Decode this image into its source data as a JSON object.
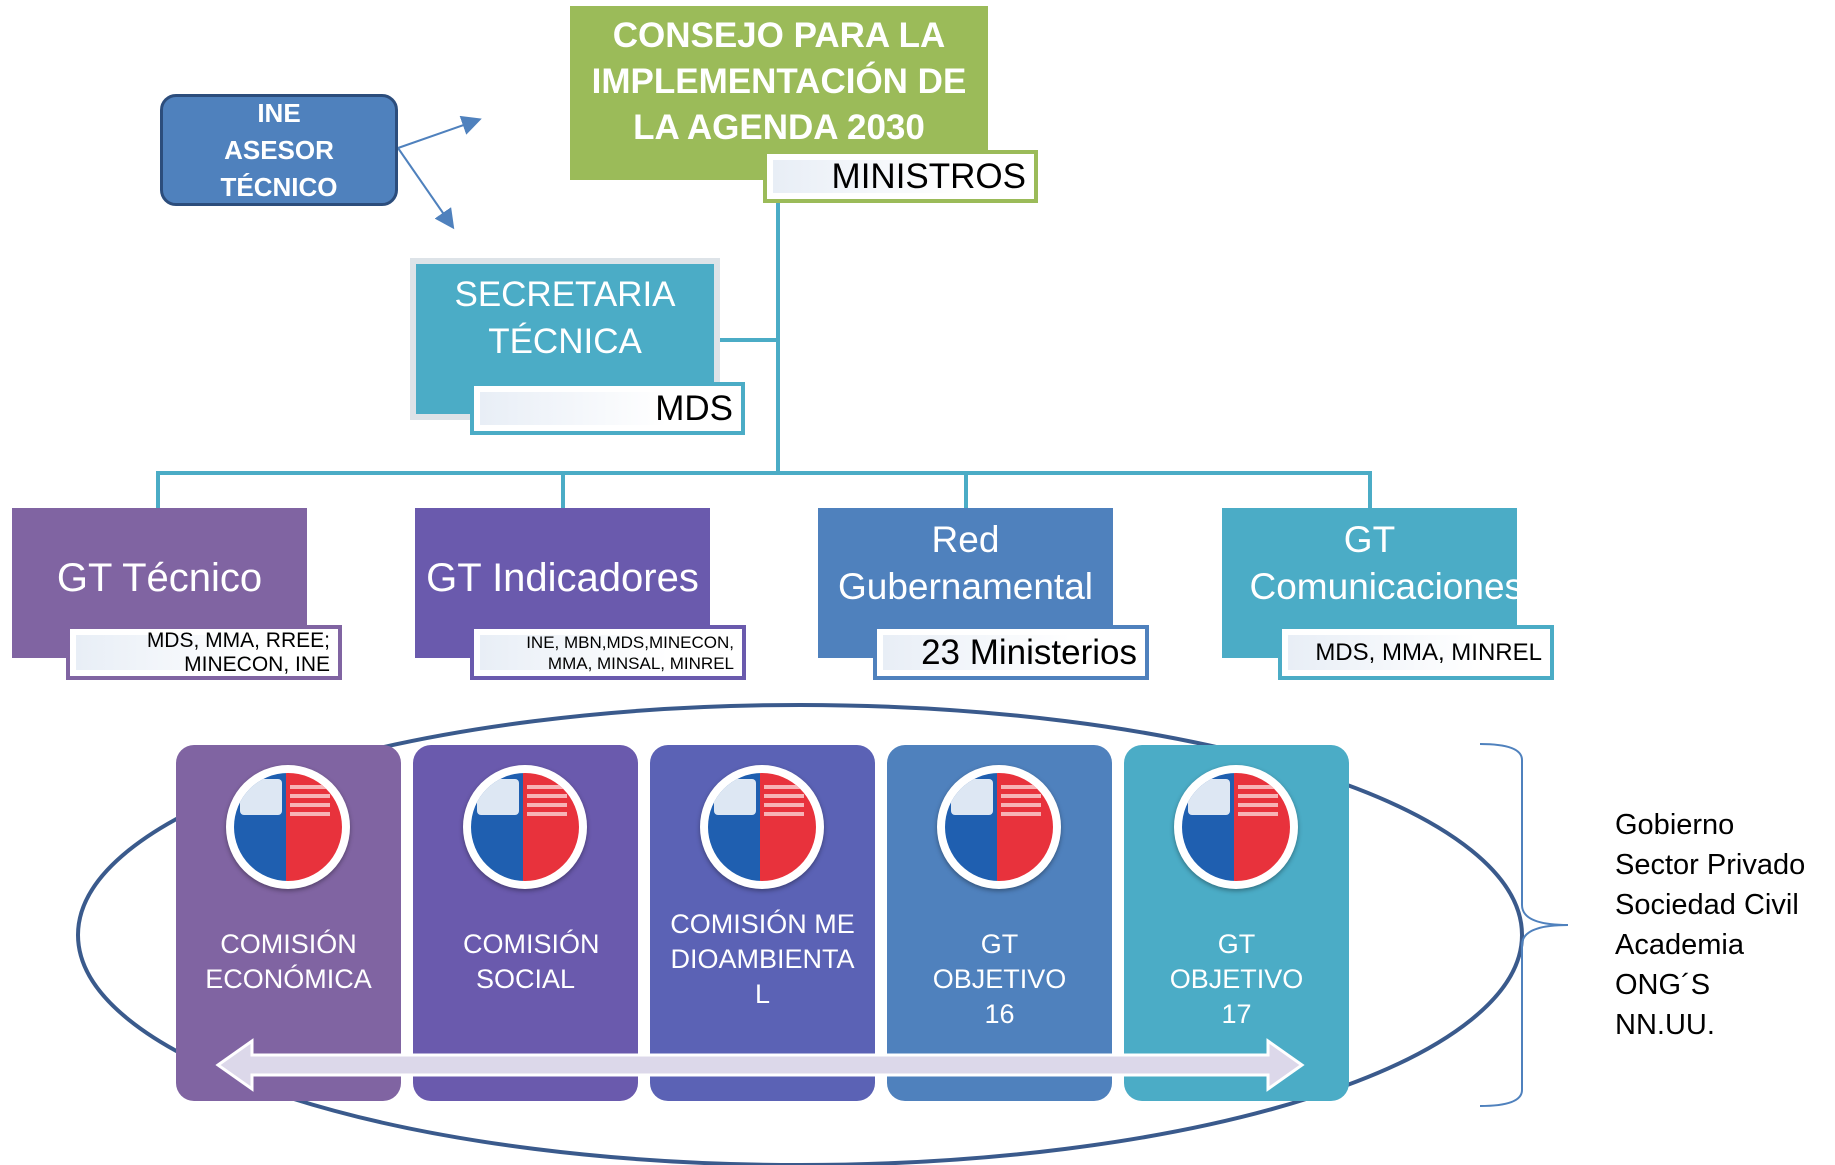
{
  "council": {
    "title": "CONSEJO PARA LA IMPLEMENTACIÓN DE LA AGENDA 2030",
    "members": "MINISTROS"
  },
  "advisor": {
    "line1": "INE",
    "line2": "ASESOR",
    "line3": "TÉCNICO"
  },
  "secretariat": {
    "title": "SECRETARIA TÉCNICA",
    "members": "MDS"
  },
  "groups": [
    {
      "title": "GT Técnico",
      "members": "MDS, MMA, RREE; MINECON, INE"
    },
    {
      "title": "GT Indicadores",
      "members": "INE, MBN,MDS,MINECON, MMA, MINSAL, MINREL"
    },
    {
      "title": "Red Gubernamental",
      "members": "23 Ministerios"
    },
    {
      "title": "GT Comunicaciones",
      "members": "MDS, MMA, MINREL"
    }
  ],
  "commissions": [
    {
      "label": "COMISIÓN ECONÓMICA"
    },
    {
      "label": "COMISIÓN SOCIAL"
    },
    {
      "label": "COMISIÓN MEDIOAMBIENTAL"
    },
    {
      "label": "GT OBJETIVO 16"
    },
    {
      "label": "GT OBJETIVO 17"
    }
  ],
  "stakeholders": [
    "Gobierno",
    "Sector Privado",
    "Sociedad Civil",
    "Academia",
    "ONG´S",
    "NN.UU."
  ],
  "colors": {
    "council_green": "#9bbb59",
    "teal": "#4bacc6",
    "advisor_blue": "#4f81bd",
    "purple_1": "#8064a2",
    "purple_2": "#6a5aad",
    "purple_3": "#5b62b5",
    "blue_4": "#4f81bd",
    "teal_5": "#4bacc6",
    "ellipse": "#3a5a8c"
  }
}
